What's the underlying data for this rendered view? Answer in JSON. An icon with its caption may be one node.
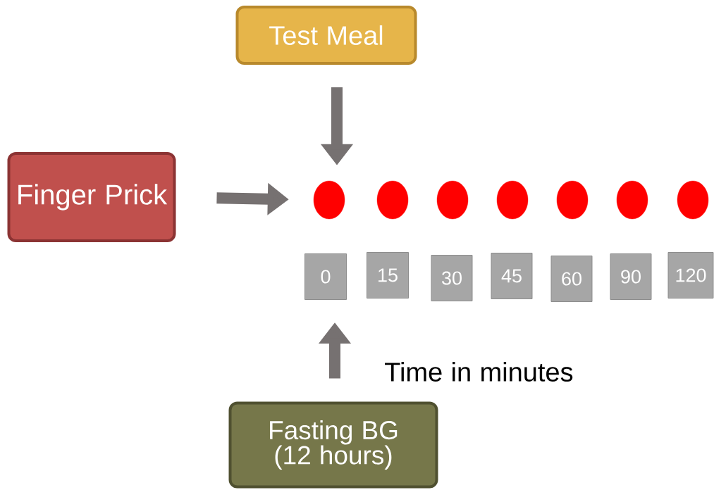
{
  "diagram": {
    "nodes": [
      {
        "text": [
          "Test Meal"
        ]
      },
      {
        "text": [
          "Finger Prick"
        ]
      },
      {
        "text": [],
        "shape": "circle"
      },
      {
        "text": [],
        "shape": "circle"
      },
      {
        "text": [],
        "shape": "circle"
      },
      {
        "text": [],
        "shape": "circle"
      },
      {
        "text": [],
        "shape": "circle"
      },
      {
        "text": [],
        "shape": "circle"
      },
      {
        "text": [],
        "shape": "circle"
      },
      {
        "text": [
          "0"
        ]
      },
      {
        "text": [
          "15"
        ]
      },
      {
        "text": [
          "30"
        ]
      },
      {
        "text": [
          "45"
        ]
      },
      {
        "text": [
          "60"
        ]
      },
      {
        "text": [
          "90"
        ]
      },
      {
        "text": [
          "120"
        ]
      },
      {
        "text": [
          "Fasting BG (12 hours)"
        ]
      }
    ],
    "edges": [
      {
        "from": 0,
        "to": 2,
        "arrow": "to"
      },
      {
        "from": 1,
        "to": 2,
        "arrow": "to"
      },
      {
        "from": 16,
        "to": 9,
        "arrow": "to"
      }
    ],
    "labels": [
      "Time in minutes"
    ]
  }
}
